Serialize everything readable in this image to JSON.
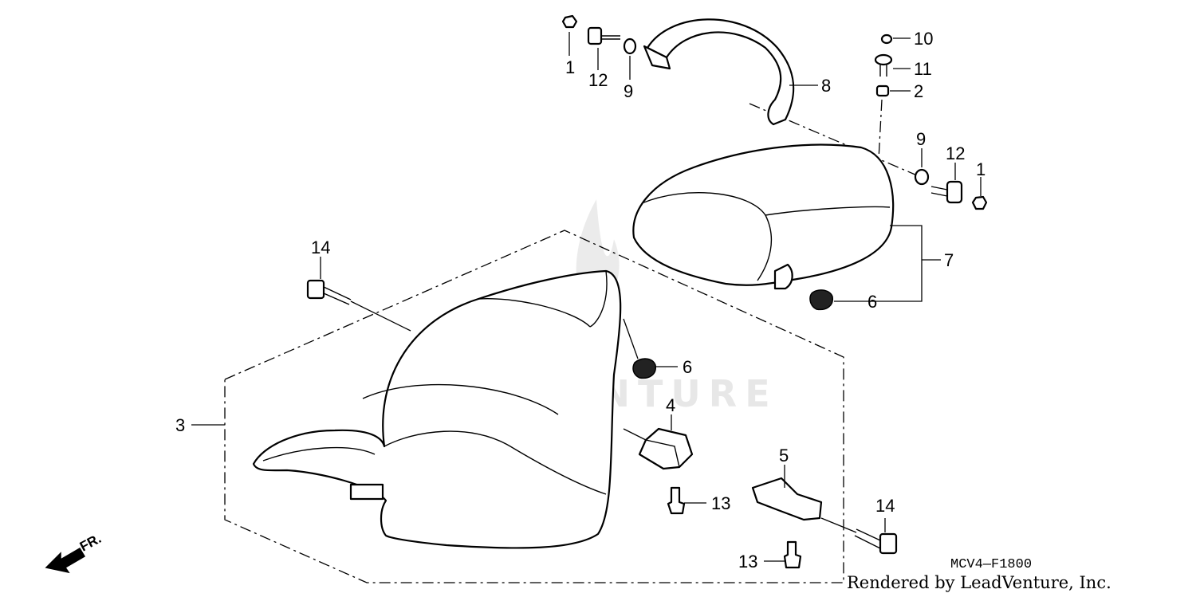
{
  "diagram": {
    "watermark": "LEADVENTURE",
    "diagram_code": "MCV4—F1800",
    "credit": "Rendered by LeadVenture, Inc.",
    "direction_label": "FR.",
    "callouts": {
      "c1a": "1",
      "c12a": "12",
      "c9a": "9",
      "c8": "8",
      "c10": "10",
      "c11": "11",
      "c2": "2",
      "c9b": "9",
      "c12b": "12",
      "c1b": "1",
      "c7": "7",
      "c6a": "6",
      "c14a": "14",
      "c6b": "6",
      "c3": "3",
      "c4": "4",
      "c5": "5",
      "c13a": "13",
      "c14b": "14",
      "c13b": "13"
    }
  }
}
